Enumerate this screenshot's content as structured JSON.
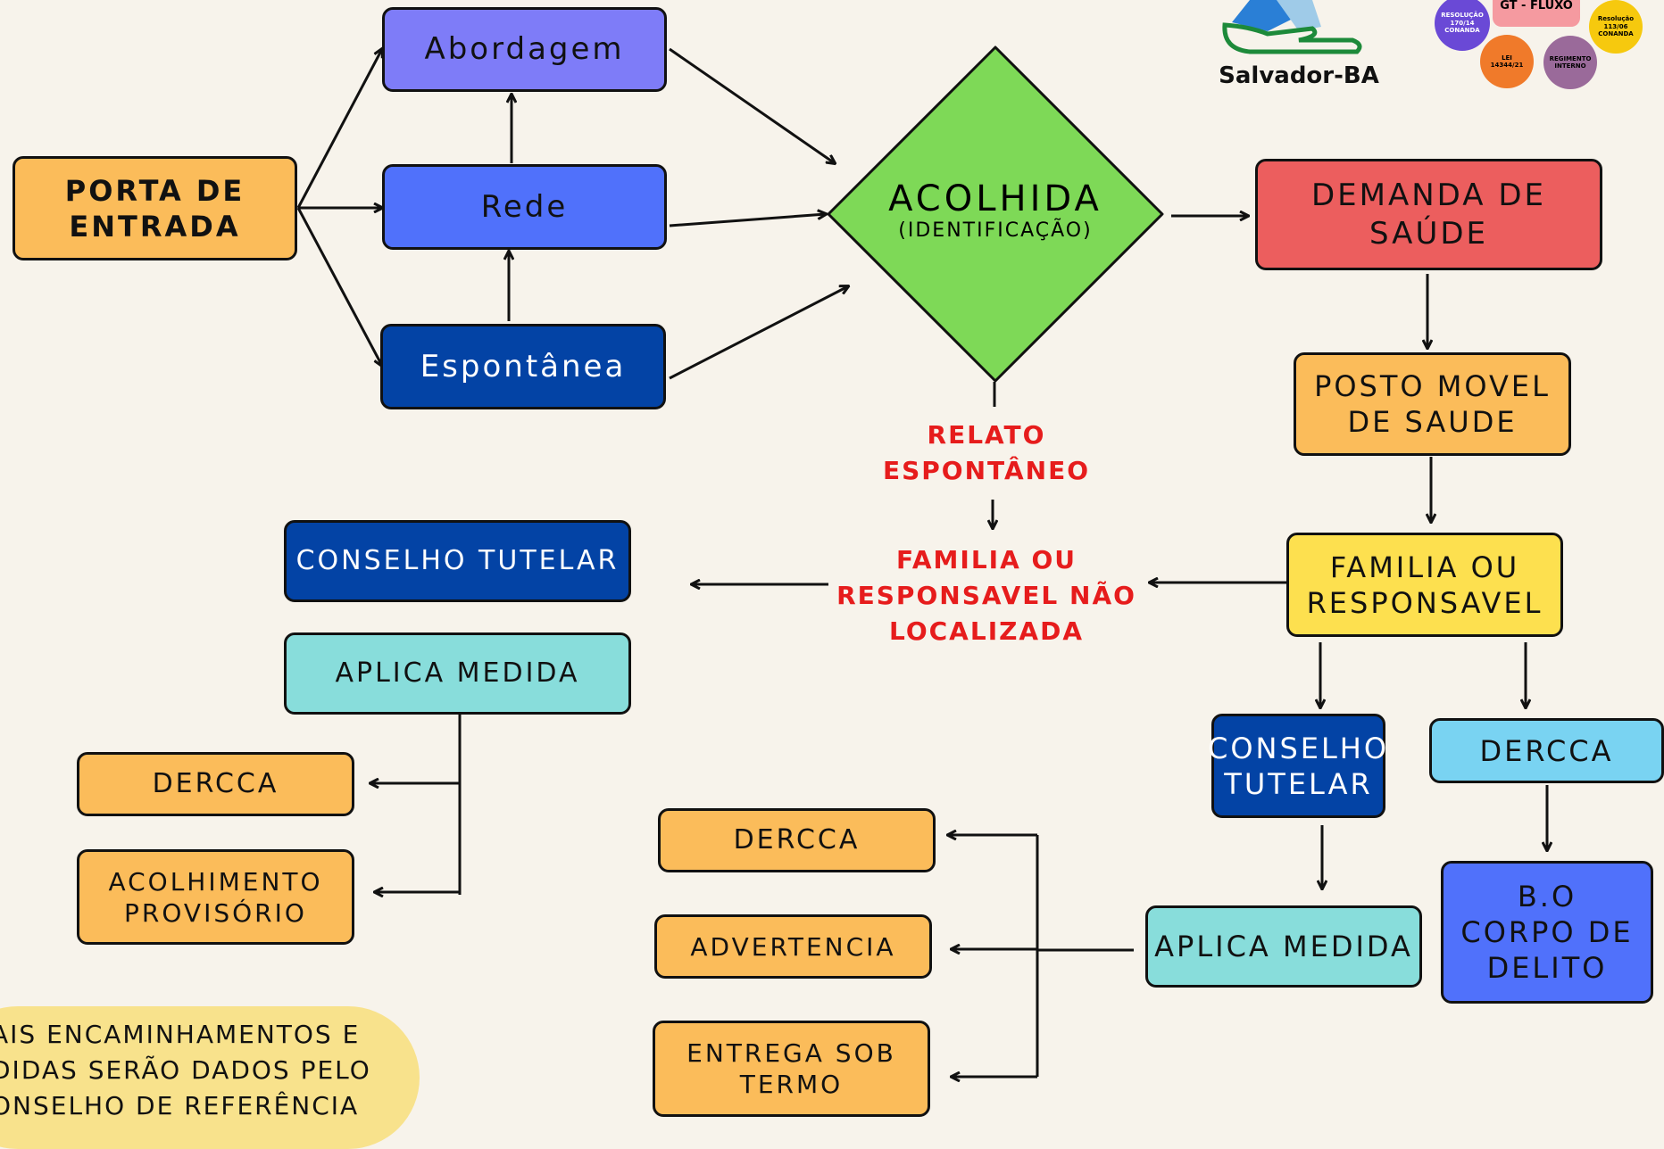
{
  "nodes": {
    "porta": "PORTA DE\nENTRADA",
    "abordagem": "Abordagem",
    "rede": "Rede",
    "espontanea": "Espontânea",
    "acolhida": "ACOLHIDA",
    "acolhida_sub": "(IDENTIFICAÇÃO)",
    "demanda": "DEMANDA DE\nSAÚDE",
    "posto": "POSTO MOVEL\nDE SAUDE",
    "familia": "FAMILIA OU\nRESPONSAVEL",
    "conselho_r": "CONSELHO\nTUTELAR",
    "dercca_r": "DERCCA",
    "aplica_r": "APLICA MEDIDA",
    "bo": "B.O\nCORPO DE\nDELITO",
    "dercca_m": "DERCCA",
    "advertencia": "ADVERTENCIA",
    "entrega": "ENTREGA SOB\nTERMO",
    "conselho_l": "CONSELHO TUTELAR",
    "aplica_l": "APLICA MEDIDA",
    "dercca_l": "DERCCA",
    "acolhimento": "ACOLHIMENTO\nPROVISÓRIO"
  },
  "labels": {
    "relato": "RELATO\nESPONTÂNEO",
    "nao_localizada": "FAMILIA OU\nRESPONSAVEL NÃO\nLOCALIZADA"
  },
  "note": "AIS ENCAMINHAMENTOS E\nDIDAS SERÃO DADOS PELO\nONSELHO DE REFERÊNCIA",
  "logo": {
    "city": "Salvador-BA"
  },
  "legend_bubbles": {
    "gt": "GT - FLUXO",
    "resolucao_1": "RESOLUÇÃO\n170/14\nCONANDA",
    "resolucao_2": "Resolução\n113/06\nCONANDA",
    "lei": "LEI\n14344/21",
    "regimento": "REGIMENTO\nINTERNO"
  },
  "colors": {
    "orange": "#fbbc5a",
    "lavender": "#7e7cf8",
    "blue": "#5071fb",
    "navy": "#0343a5",
    "green": "#7ed957",
    "red": "#ec5e5e",
    "yellow": "#fde04f",
    "cyan": "#88dddb",
    "skyblue": "#79d3f2",
    "alert": "#e61c1c",
    "note": "#f8e28c"
  }
}
